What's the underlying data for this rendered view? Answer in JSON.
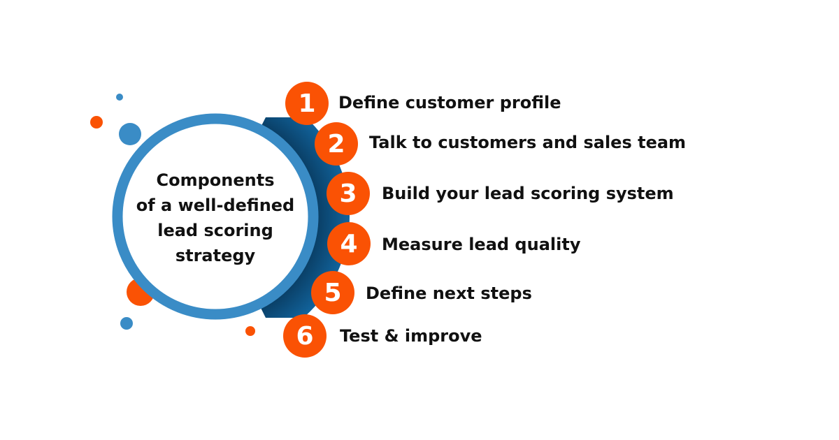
{
  "title": "Components of a well-defined lead scoring strategy",
  "title_lines": [
    "Components",
    "of a well-defined",
    "lead scoring",
    "strategy"
  ],
  "steps": [
    {
      "number": "1",
      "label": "Define customer profile"
    },
    {
      "number": "2",
      "label": "Talk to customers and sales team"
    },
    {
      "number": "3",
      "label": "Build your lead scoring system"
    },
    {
      "number": "4",
      "label": "Measure lead quality"
    },
    {
      "number": "5",
      "label": "Define next steps"
    },
    {
      "number": "6",
      "label": "Test & improve"
    }
  ],
  "colors": {
    "orange": "#fa5204",
    "blue": "#3a8cc6",
    "dark_blue": "#0f5a8e"
  }
}
